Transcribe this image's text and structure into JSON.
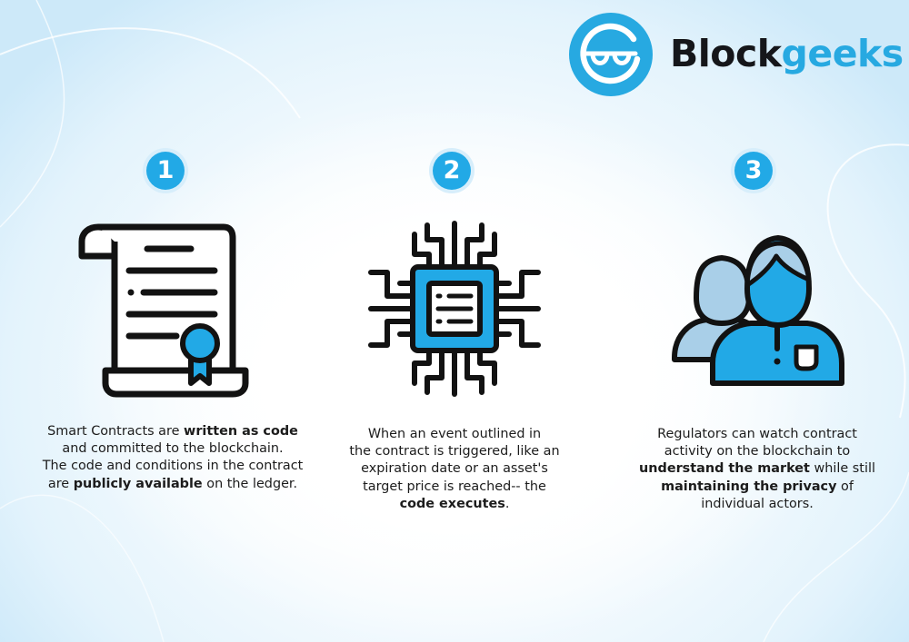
{
  "logo": {
    "text_dark": "Block",
    "text_blue": "geeks",
    "colors": {
      "dark": "#15161a",
      "blue": "#27a9e1"
    }
  },
  "steps": [
    {
      "number": "1",
      "icon": "scroll-contract-icon",
      "lines": [
        [
          {
            "t": "Smart Contracts are "
          },
          {
            "t": "written as code",
            "b": true
          }
        ],
        [
          {
            "t": "and committed to the blockchain."
          }
        ],
        [
          {
            "t": "The code and conditions in the contract"
          }
        ],
        [
          {
            "t": "are "
          },
          {
            "t": "publicly available",
            "b": true
          },
          {
            "t": " on the ledger."
          }
        ]
      ]
    },
    {
      "number": "2",
      "icon": "microchip-icon",
      "lines": [
        [
          {
            "t": "When an event outlined in"
          }
        ],
        [
          {
            "t": "the contract is triggered, like an"
          }
        ],
        [
          {
            "t": "expiration date or an asset's"
          }
        ],
        [
          {
            "t": "target price is reached-- the"
          }
        ],
        [
          {
            "t": "code executes",
            "b": true
          },
          {
            "t": "."
          }
        ]
      ]
    },
    {
      "number": "3",
      "icon": "regulators-users-icon",
      "lines": [
        [
          {
            "t": "Regulators can watch contract"
          }
        ],
        [
          {
            "t": "activity on the blockchain to"
          }
        ],
        [
          {
            "t": "understand the market",
            "b": true
          },
          {
            "t": " while still"
          }
        ],
        [
          {
            "t": "maintaining the privacy",
            "b": true
          },
          {
            "t": " of"
          }
        ],
        [
          {
            "t": "individual actors."
          }
        ]
      ]
    }
  ],
  "colors": {
    "accent": "#22a9e6",
    "light_blue": "#a9cfe8",
    "outline": "#121212"
  }
}
